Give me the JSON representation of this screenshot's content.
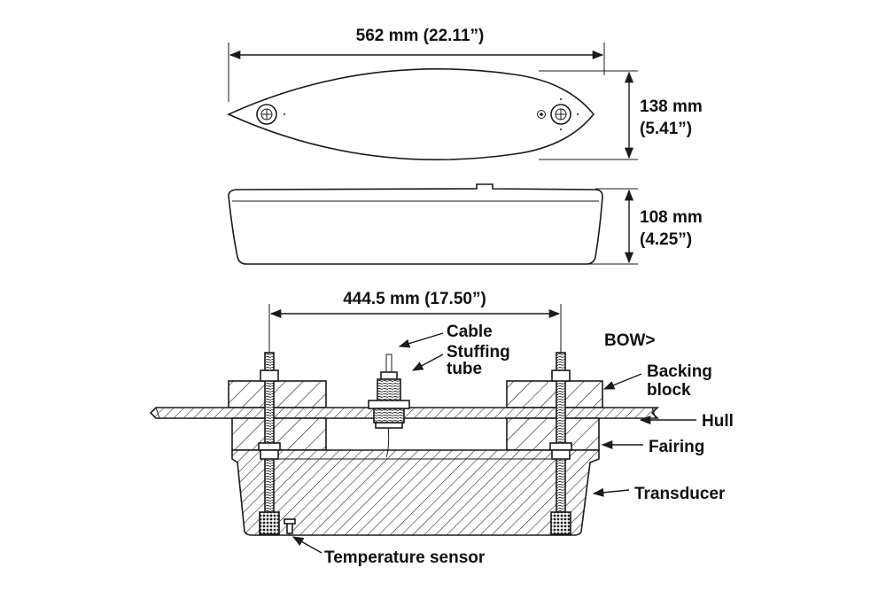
{
  "dimensions": {
    "length": "562 mm (22.11”)",
    "width_mm": "138 mm",
    "width_in": "(5.41”)",
    "height_mm": "108 mm",
    "height_in": "(4.25”)",
    "bolt_spacing": "444.5 mm (17.50”)"
  },
  "labels": {
    "cable": "Cable",
    "stuffing_tube_line1": "Stuffing",
    "stuffing_tube_line2": "tube",
    "bow": "BOW>",
    "backing_block_line1": "Backing",
    "backing_block_line2": "block",
    "hull": "Hull",
    "fairing": "Fairing",
    "transducer": "Transducer",
    "temperature_sensor": "Temperature sensor"
  }
}
